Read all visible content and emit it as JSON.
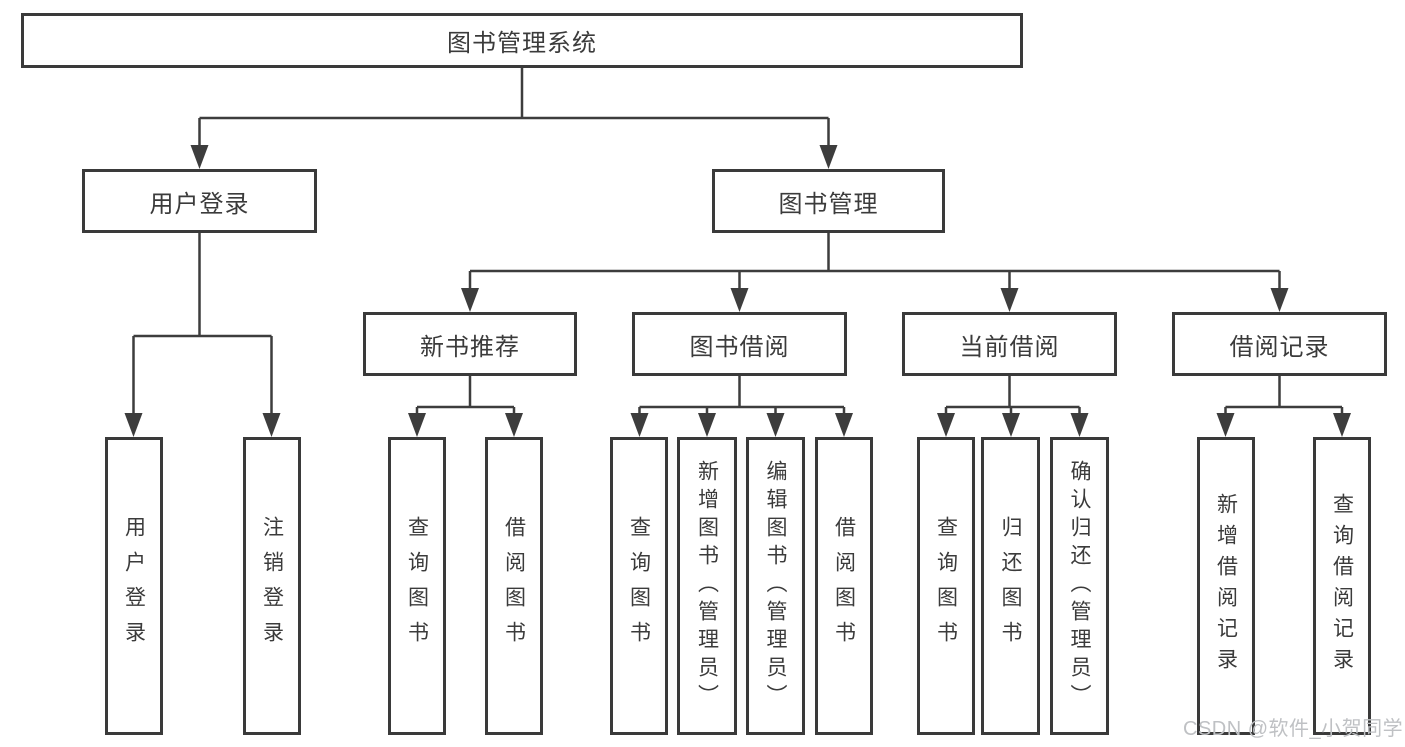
{
  "diagram": {
    "title": "图书管理系统",
    "watermark": "CSDN @软件_小贺同学",
    "colors": {
      "line": "#3d3d3d",
      "box_border": "#3a3a3a",
      "text": "#3b3b3b",
      "watermark": "#bfc1c4",
      "background": "#ffffff"
    },
    "root": {
      "label": "图书管理系统",
      "children": [
        {
          "label": "用户登录",
          "children": [
            {
              "label": "用户登录"
            },
            {
              "label": "注销登录"
            }
          ]
        },
        {
          "label": "图书管理",
          "children": [
            {
              "label": "新书推荐",
              "children": [
                {
                  "label": "查询图书"
                },
                {
                  "label": "借阅图书"
                }
              ]
            },
            {
              "label": "图书借阅",
              "children": [
                {
                  "label": "查询图书"
                },
                {
                  "label": "新增图书（管理员）"
                },
                {
                  "label": "编辑图书（管理员）"
                },
                {
                  "label": "借阅图书"
                }
              ]
            },
            {
              "label": "当前借阅",
              "children": [
                {
                  "label": "查询图书"
                },
                {
                  "label": "归还图书"
                },
                {
                  "label": "确认归还（管理员）"
                }
              ]
            },
            {
              "label": "借阅记录",
              "children": [
                {
                  "label": "新增借阅记录"
                },
                {
                  "label": "查询借阅记录"
                }
              ]
            }
          ]
        }
      ]
    }
  }
}
